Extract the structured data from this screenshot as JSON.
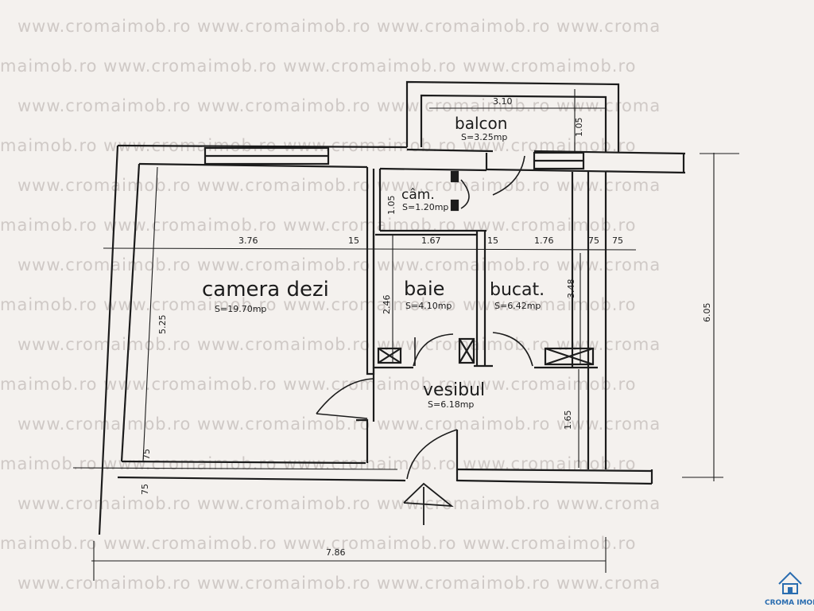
{
  "watermark": {
    "row_a": "www.cromaimob.ro     www.cromaimob.ro     www.cromaimob.ro     www.croma",
    "row_b": "maimob.ro     www.cromaimob.ro     www.cromaimob.ro     www.cromaimob.ro"
  },
  "rooms": {
    "balcon": {
      "name": "balcon",
      "area": "S=3.25mp"
    },
    "camara": {
      "name": "câm.",
      "area": "S=1.20mp"
    },
    "camera": {
      "name": "camera dezi",
      "area": "S=19.70mp"
    },
    "baie": {
      "name": "baie",
      "area": "S=4.10mp"
    },
    "bucatarie": {
      "name": "bucat.",
      "area": "S=6.42mp"
    },
    "vestibul": {
      "name": "vesibul",
      "area": "S=6.18mp"
    }
  },
  "dimensions": {
    "balcony_width": "3.10",
    "balcony_depth": "1.05",
    "closet_height": "1.05",
    "room_width": "3.76",
    "wall_a": "15",
    "bath_width": "1.67",
    "wall_b": "15",
    "kitchen_width": "1.76",
    "wall_c": "75",
    "wall_d": "75",
    "room_height": "5.25",
    "bath_height": "2.46",
    "kitchen_height": "3.48",
    "hall_height": "1.65",
    "overall_height": "6.05",
    "overall_width": "7.86",
    "wall_bottom_a": "75",
    "wall_bottom_b": "75"
  },
  "logo": {
    "text": "CROMA IMOB",
    "icon": "house-logo-icon"
  },
  "colors": {
    "ink": "#1c1c1c",
    "paper": "#f4f1ee",
    "watermark": "#cfc9c6",
    "brand": "#2a6db0"
  }
}
